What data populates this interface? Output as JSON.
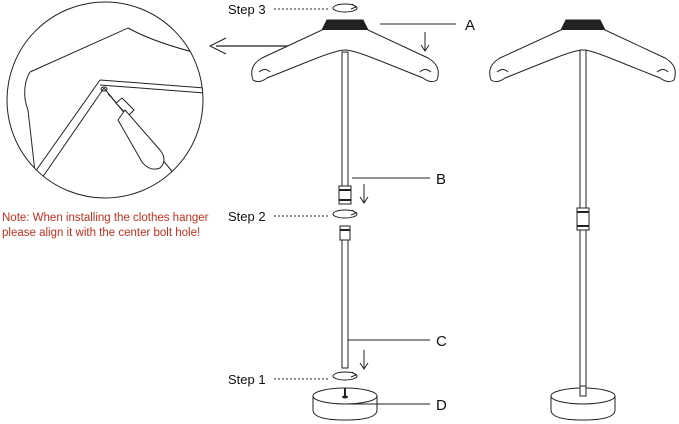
{
  "steps": {
    "step1": "Step 1",
    "step2": "Step 2",
    "step3": "Step 3"
  },
  "parts": {
    "a": "A",
    "b": "B",
    "c": "C",
    "d": "D"
  },
  "note": {
    "line1": "Note: When installing the clothes hanger",
    "line2": "please align it with the center bolt hole!"
  },
  "colors": {
    "line": "#222222",
    "note": "#c0301e",
    "background": "#ffffff"
  },
  "icons": [
    "rotate-arrow-icon",
    "down-arrow-icon",
    "left-arrow-icon"
  ]
}
